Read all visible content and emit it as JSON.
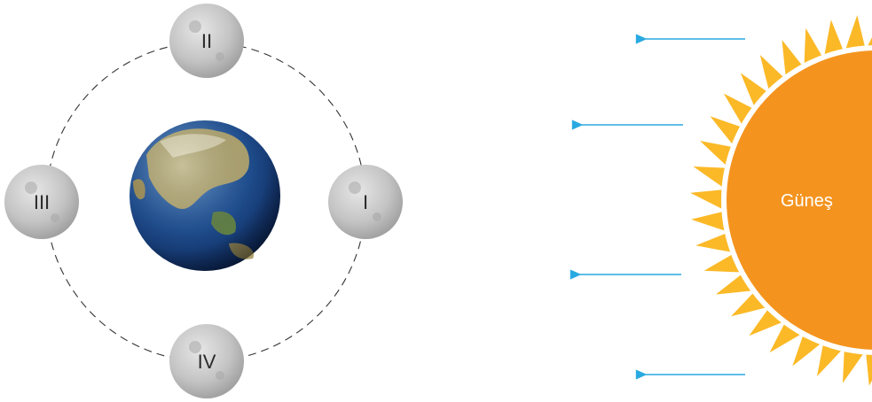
{
  "sun": {
    "label": "Güneş",
    "body_color": "#f4941f",
    "ray_color": "#fbb927"
  },
  "moons": [
    {
      "label": "I"
    },
    {
      "label": "II"
    },
    {
      "label": "III"
    },
    {
      "label": "IV"
    }
  ],
  "colors": {
    "arrow": "#29a9e1",
    "orbit": "#333333",
    "moon": "#c8c8c8"
  }
}
